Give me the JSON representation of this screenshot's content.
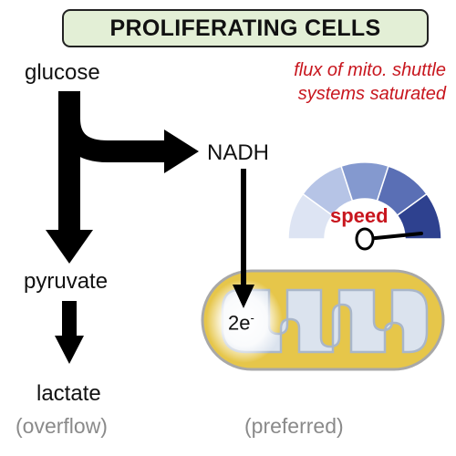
{
  "title": "PROLIFERATING CELLS",
  "nodes": {
    "glucose": "glucose",
    "nadh": "NADH",
    "pyruvate": "pyruvate",
    "lactate": "lactate",
    "electrons_base": "2e",
    "electrons_sup": "-"
  },
  "captions": {
    "overflow": "(overflow)",
    "preferred": "(preferred)"
  },
  "note": {
    "line1": "flux of mito. shuttle",
    "line2": "systems saturated"
  },
  "gauge": {
    "label": "speed",
    "segment_colors": [
      "#dde4f3",
      "#b6c4e6",
      "#8499cf",
      "#5a6fb5",
      "#2e418f"
    ]
  },
  "colors": {
    "title_fill": "#e3efd6",
    "accent_red": "#c8161e",
    "caption_gray": "#8a8a8a",
    "mito_outer": "#e6c64a",
    "mito_inner": "#dbe3ee"
  }
}
